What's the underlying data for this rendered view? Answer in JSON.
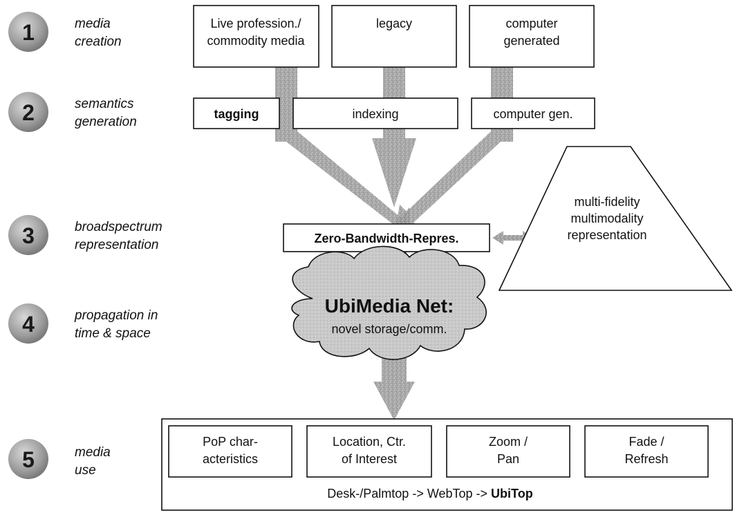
{
  "stages": [
    {
      "number": "1",
      "label_line1": "media",
      "label_line2": "creation"
    },
    {
      "number": "2",
      "label_line1": "semantics",
      "label_line2": "generation"
    },
    {
      "number": "3",
      "label_line1": "broadspectrum",
      "label_line2": "representation"
    },
    {
      "number": "4",
      "label_line1": "propagation in",
      "label_line2": "time & space"
    },
    {
      "number": "5",
      "label_line1": "media",
      "label_line2": "use"
    }
  ],
  "creation_sources": [
    {
      "line1": "Live profession./",
      "line2": "commodity media"
    },
    {
      "line1": "legacy",
      "line2": ""
    },
    {
      "line1": "computer",
      "line2": "generated"
    }
  ],
  "semantics_methods": [
    "tagging",
    "indexing",
    "computer gen."
  ],
  "representation": {
    "zero_bandwidth": "Zero-Bandwidth-Repres.",
    "trapezoid_line1": "multi-fidelity",
    "trapezoid_line2": "multimodality",
    "trapezoid_line3": "representation"
  },
  "cloud": {
    "title": "UbiMedia Net:",
    "subtitle": "novel storage/comm."
  },
  "media_use": {
    "features": [
      {
        "line1": "PoP char-",
        "line2": "acteristics"
      },
      {
        "line1": "Location, Ctr.",
        "line2": "of Interest"
      },
      {
        "line1": "Zoom /",
        "line2": "Pan"
      },
      {
        "line1": "Fade /",
        "line2": "Refresh"
      }
    ],
    "platform_prefix": "Desk-/Palmtop -> WebTop -> ",
    "platform_highlight": "UbiTop"
  }
}
